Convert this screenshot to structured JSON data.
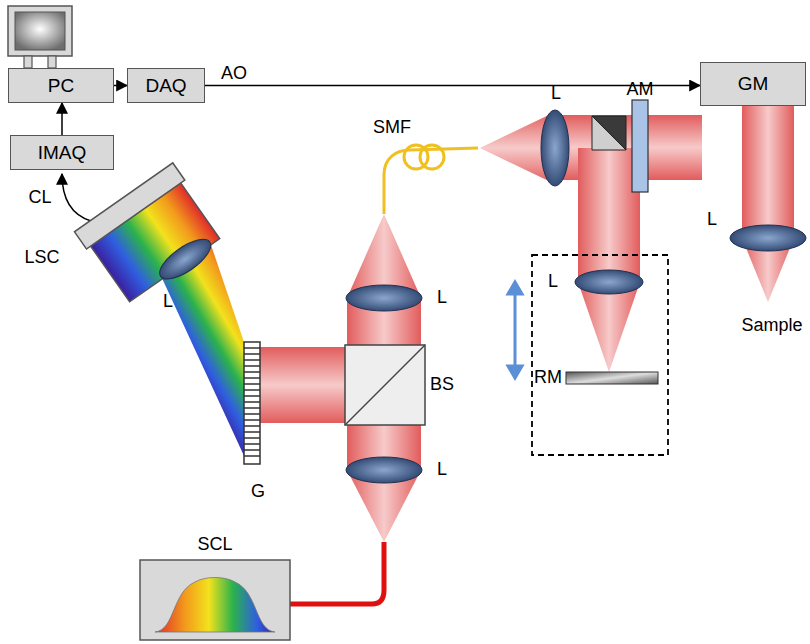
{
  "diagram": {
    "nodes": [
      {
        "text": [
          "PC"
        ]
      },
      {
        "text": [
          "DAQ"
        ]
      },
      {
        "text": [
          "IMAQ"
        ]
      },
      {
        "text": [
          "GM"
        ]
      }
    ],
    "edges": [
      {
        "from": 2,
        "to": 0,
        "arrow": "to"
      },
      {
        "from": 0,
        "to": 1,
        "arrow": "to"
      },
      {
        "from": 1,
        "to": 3,
        "label": "AO",
        "arrow": "to"
      }
    ],
    "labels": [
      "CL",
      "LSC",
      "L",
      "G",
      "BS",
      "L",
      "L",
      "SMF",
      "L",
      "AM",
      "L",
      "RM",
      "L",
      "Sample",
      "SCL"
    ]
  }
}
